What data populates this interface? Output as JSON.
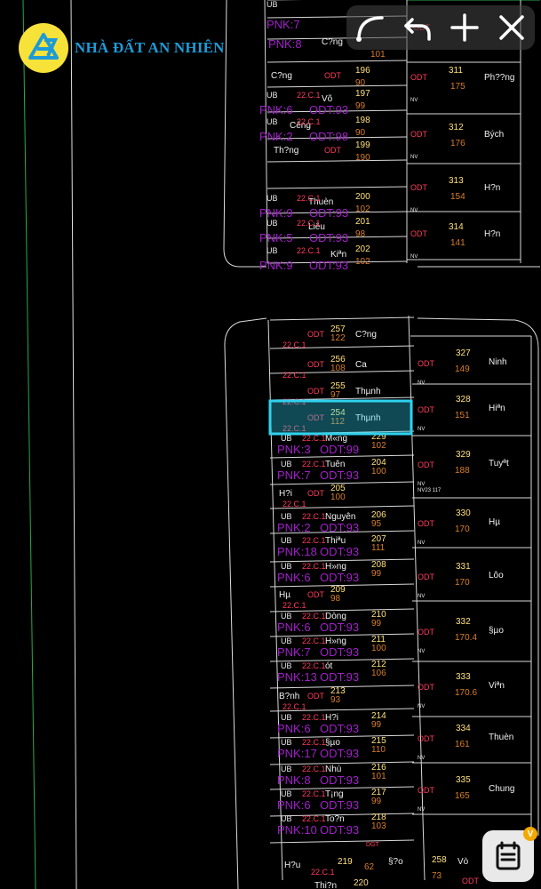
{
  "brand": {
    "name": "NHÀ ĐẤT AN NHIÊN",
    "accent": "#1e9bd7",
    "logo_bg": "#f7e23a"
  },
  "toolbar": {
    "tools": [
      {
        "name": "draw-curve-icon"
      },
      {
        "name": "undo-icon"
      },
      {
        "name": "add-icon"
      },
      {
        "name": "close-icon"
      }
    ]
  },
  "notes": {
    "icon": "note-list-icon",
    "badge": "V"
  },
  "colors": {
    "selected": "#2fd2ee",
    "border": "#d8d8d8",
    "road_edge": "#2aa84a",
    "land_code": "#a020c8"
  },
  "top_block": {
    "left_parcels": [
      {
        "id": "196",
        "area": "90",
        "owner": "C?ng",
        "code": "",
        "lu": "ODT"
      },
      {
        "id": "197",
        "area": "99",
        "owner": "Võ",
        "code": "PNK:6",
        "lu": "ODT:93"
      },
      {
        "id": "198",
        "area": "90",
        "owner": "Cêng",
        "code": "PNK:2",
        "lu": "ODT:98"
      },
      {
        "id": "199",
        "area": "190",
        "owner": "Th?ng",
        "code": "",
        "lu": "ODT"
      },
      {
        "id": "200",
        "area": "102",
        "owner": "Thuèn",
        "code": "PNK:9",
        "lu": "ODT:93"
      },
      {
        "id": "201",
        "area": "98",
        "owner": "Liêu",
        "code": "PNK:5",
        "lu": "ODT:93"
      },
      {
        "id": "202",
        "area": "102",
        "owner": "Kiªn",
        "code": "PNK:9",
        "lu": "ODT:93"
      }
    ],
    "right_parcels": [
      {
        "id": "311",
        "area": "175",
        "owner": "Ph??ng",
        "lu": "ODT"
      },
      {
        "id": "312",
        "area": "176",
        "owner": "Bých",
        "lu": "ODT"
      },
      {
        "id": "313",
        "area": "154",
        "owner": "H?n",
        "lu": "ODT"
      },
      {
        "id": "314",
        "area": "141",
        "owner": "H?n",
        "lu": "ODT"
      }
    ],
    "top_row": {
      "code1": "PNK:7",
      "code2": "PNK:8",
      "owner2": "C?ng",
      "lu": "ODT",
      "num": "101"
    }
  },
  "bottom_block": {
    "left_parcels": [
      {
        "id": "257",
        "area": "122",
        "owner": "C?ng",
        "code": "",
        "lu": "ODT"
      },
      {
        "id": "256",
        "area": "108",
        "owner": "Ca",
        "code": "",
        "lu": "ODT"
      },
      {
        "id": "255",
        "area": "97",
        "owner": "Thµnh",
        "code": "",
        "lu": "ODT"
      },
      {
        "id": "254",
        "area": "112",
        "owner": "Thµnh",
        "code": "",
        "lu": "ODT"
      },
      {
        "id": "229",
        "area": "102",
        "owner": "M«ng",
        "code": "PNK:3",
        "lu": "ODT:99"
      },
      {
        "id": "204",
        "area": "100",
        "owner": "Tuên",
        "code": "PNK:7",
        "lu": "ODT:93"
      },
      {
        "id": "205",
        "area": "100",
        "owner": "H?i",
        "code": "",
        "lu": "ODT"
      },
      {
        "id": "206",
        "area": "95",
        "owner": "Nguyên",
        "code": "PNK:2",
        "lu": "ODT:93"
      },
      {
        "id": "207",
        "area": "111",
        "owner": "Thiªu",
        "code": "PNK:18",
        "lu": "ODT:93"
      },
      {
        "id": "208",
        "area": "99",
        "owner": "H»ng",
        "code": "PNK:6",
        "lu": "ODT:93"
      },
      {
        "id": "209",
        "area": "98",
        "owner": "Hµ",
        "code": "",
        "lu": "ODT"
      },
      {
        "id": "210",
        "area": "99",
        "owner": "Dòng",
        "code": "PNK:6",
        "lu": "ODT:93"
      },
      {
        "id": "211",
        "area": "100",
        "owner": "H»ng",
        "code": "PNK:7",
        "lu": "ODT:93"
      },
      {
        "id": "212",
        "area": "106",
        "owner": "ót",
        "code": "PNK:13",
        "lu": "ODT:93"
      },
      {
        "id": "213",
        "area": "93",
        "owner": "B?nh",
        "code": "",
        "lu": "ODT"
      },
      {
        "id": "214",
        "area": "99",
        "owner": "H?i",
        "code": "PNK:6",
        "lu": "ODT:93"
      },
      {
        "id": "215",
        "area": "110",
        "owner": "§µo",
        "code": "PNK:17",
        "lu": "ODT:93"
      },
      {
        "id": "216",
        "area": "101",
        "owner": "Nhù",
        "code": "PNK:8",
        "lu": "ODT:93"
      },
      {
        "id": "217",
        "area": "99",
        "owner": "T¡ng",
        "code": "PNK:6",
        "lu": "ODT:93"
      },
      {
        "id": "218",
        "area": "103",
        "owner": "To?n",
        "code": "PNK:10",
        "lu": "ODT:93"
      }
    ],
    "right_parcels": [
      {
        "id": "327",
        "area": "149",
        "owner": "Ninh",
        "lu": "ODT"
      },
      {
        "id": "328",
        "area": "151",
        "owner": "Hiªn",
        "lu": "ODT"
      },
      {
        "id": "329",
        "area": "188",
        "owner": "Tuyªt",
        "lu": "ODT"
      },
      {
        "id": "330",
        "area": "170",
        "owner": "Hµ",
        "lu": "ODT"
      },
      {
        "id": "331",
        "area": "170",
        "owner": "Lôo",
        "lu": "ODT"
      },
      {
        "id": "332",
        "area": "170.4",
        "owner": "§µo",
        "lu": "ODT"
      },
      {
        "id": "333",
        "area": "170.6",
        "owner": "Viªn",
        "lu": "ODT"
      },
      {
        "id": "334",
        "area": "161",
        "owner": "Thuèn",
        "lu": "ODT"
      },
      {
        "id": "335",
        "area": "165",
        "owner": "Chung",
        "lu": "ODT"
      }
    ],
    "dgt": "DGT",
    "lower_row": {
      "owner": "H?u",
      "id": "219",
      "area": "62",
      "id2": "258",
      "area2": "73",
      "owner2": "Vò",
      "owner3": "§?o",
      "lu": "ODT"
    },
    "last_row": {
      "id": "220",
      "owner": "Thi?n"
    }
  },
  "small_labels": {
    "cl": "22.C.1",
    "ub": "UB",
    "nv": "NV",
    "road_label": "NV23 117"
  }
}
